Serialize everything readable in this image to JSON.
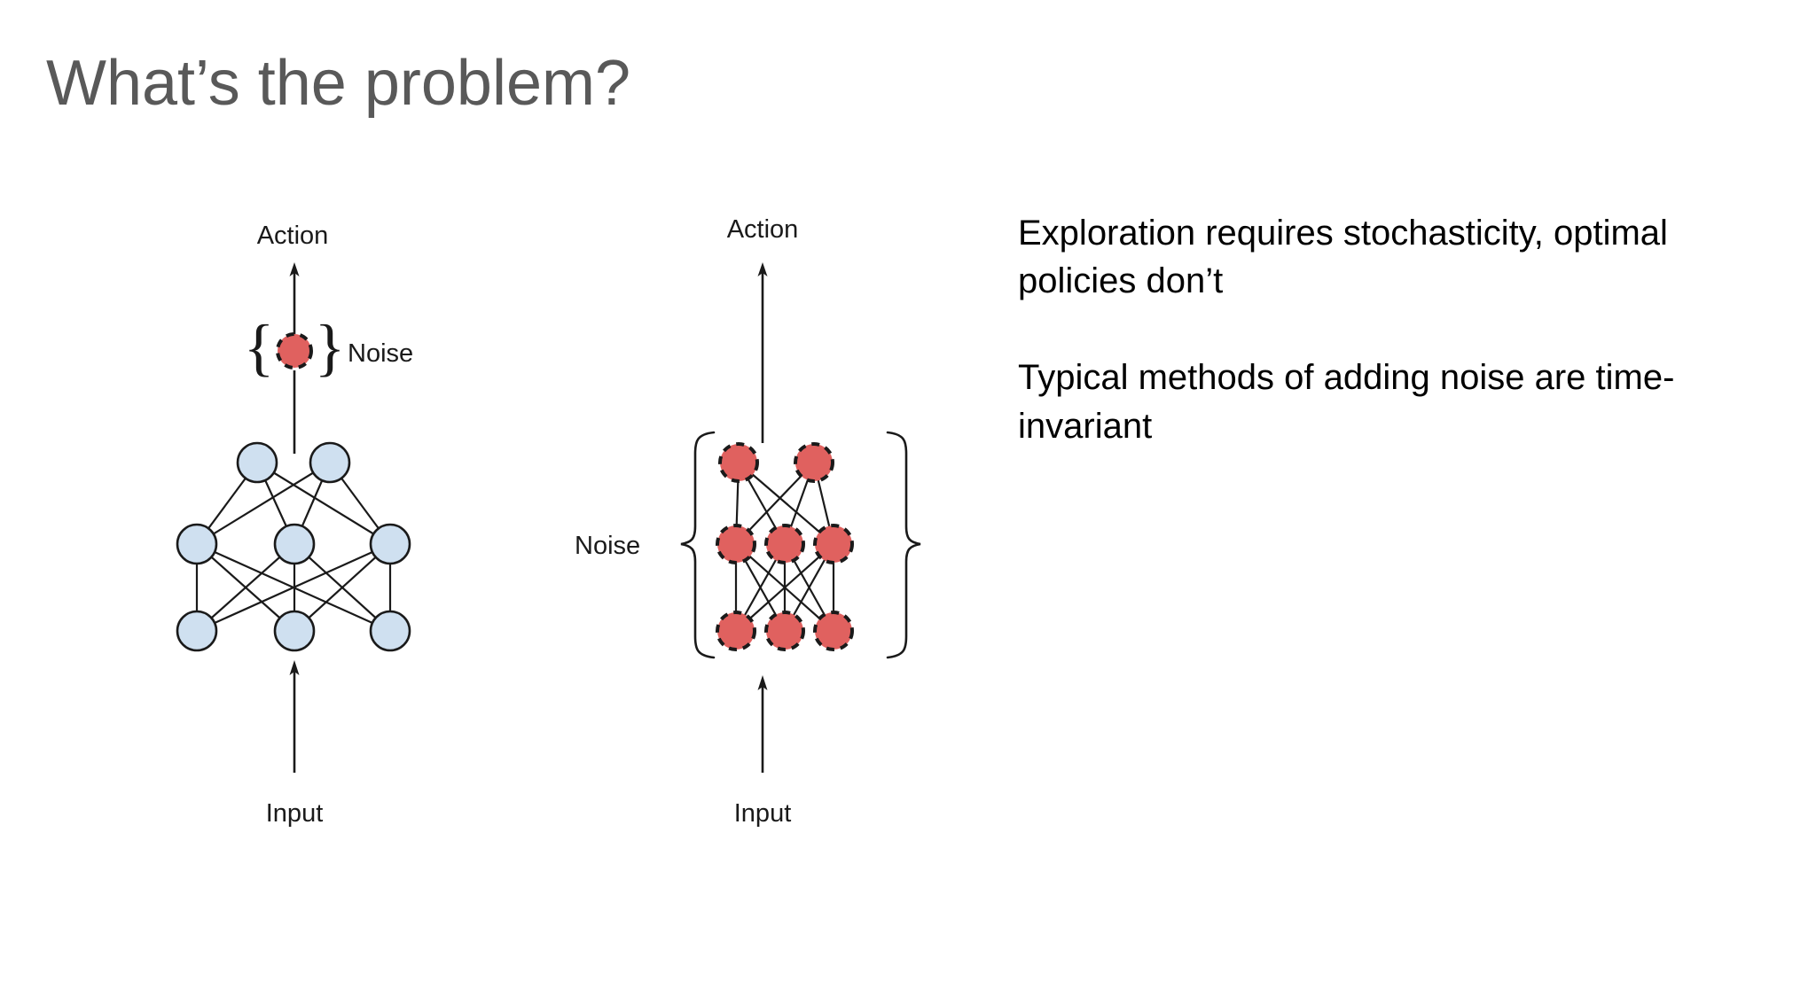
{
  "slide": {
    "title": "What’s the problem?",
    "background_color": "#ffffff",
    "title_color": "#595959"
  },
  "body": {
    "paragraph_1": "Exploration requires stochasticity, optimal policies don’t",
    "paragraph_2": "Typical methods of adding noise are time-invariant"
  },
  "diagrams": {
    "left": {
      "name": "action-space-noise-network",
      "action_label": "Action",
      "input_label": "Input",
      "noise_label": "Noise",
      "noise_node_color": "#e0615f",
      "network_node_color": "#cfe0f0",
      "layers": [
        {
          "name": "input-layer",
          "count": 3,
          "style": "blue-solid"
        },
        {
          "name": "hidden-layer",
          "count": 3,
          "style": "blue-solid"
        },
        {
          "name": "output-layer",
          "count": 2,
          "style": "blue-solid"
        }
      ],
      "noise_nodes": 1,
      "noise_node_style": "red-dashed",
      "noise_placement": "on-action-output"
    },
    "right": {
      "name": "parameter-space-noise-network",
      "action_label": "Action",
      "input_label": "Input",
      "noise_label": "Noise",
      "network_node_color": "#e0615f",
      "layers": [
        {
          "name": "input-layer",
          "count": 3,
          "style": "red-dashed"
        },
        {
          "name": "hidden-layer",
          "count": 3,
          "style": "red-dashed"
        },
        {
          "name": "output-layer",
          "count": 2,
          "style": "red-dashed"
        }
      ],
      "noise_placement": "whole-network"
    }
  }
}
